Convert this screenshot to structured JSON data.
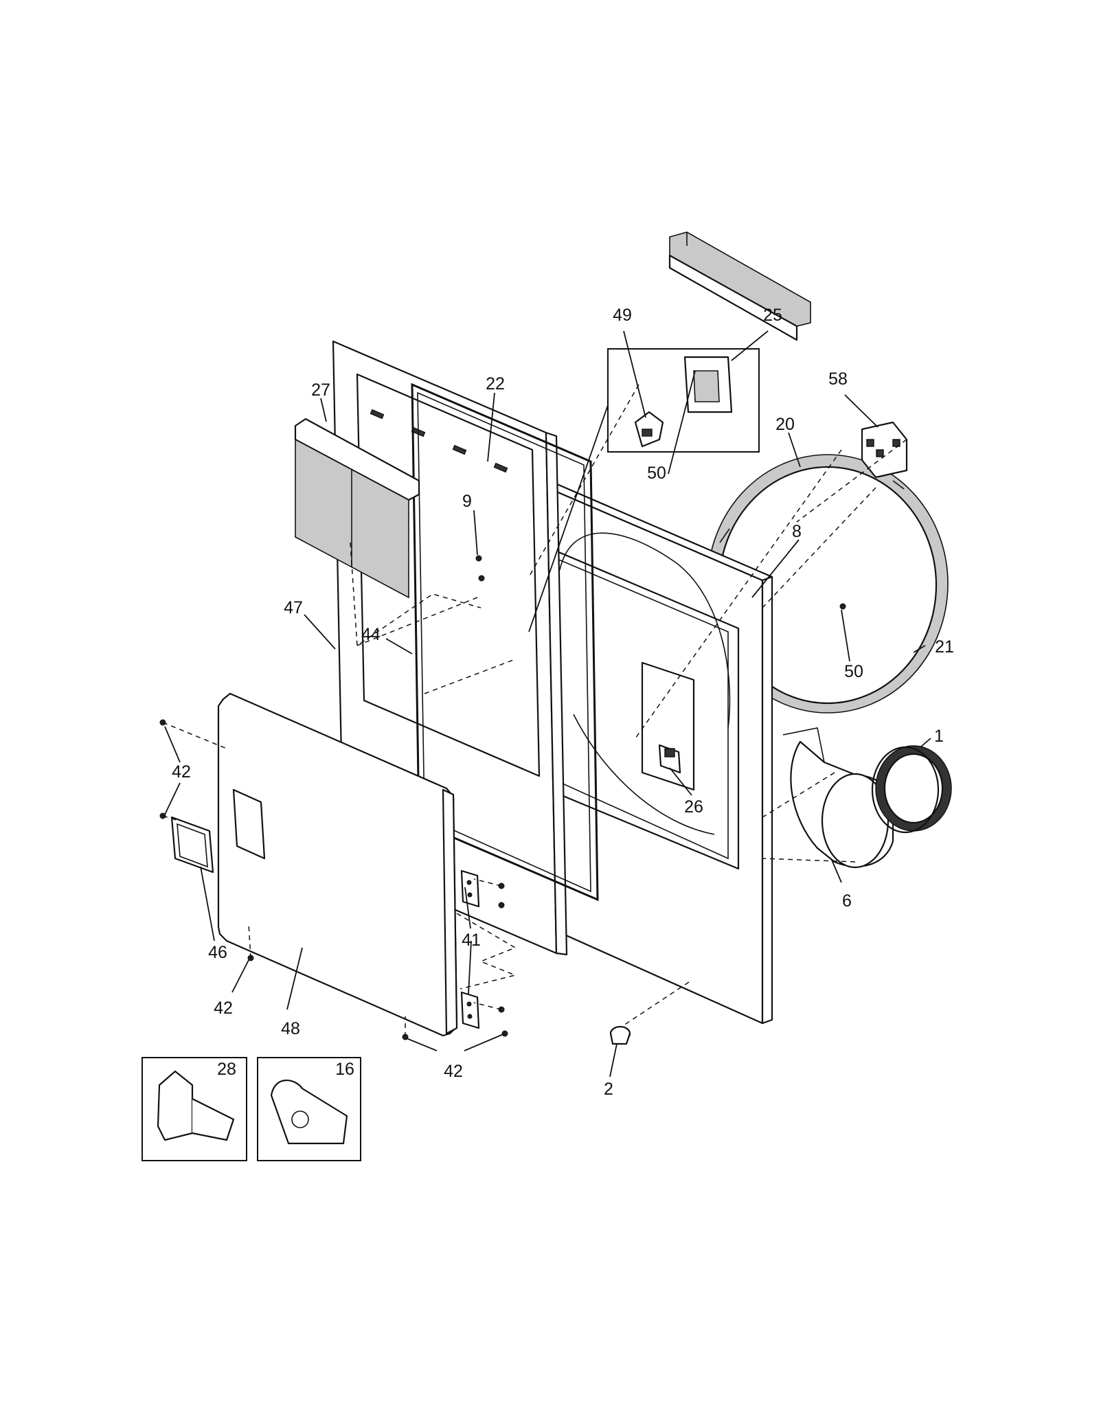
{
  "callouts": [
    {
      "id": "c49",
      "text": "49"
    },
    {
      "id": "c25",
      "text": "25"
    },
    {
      "id": "c27",
      "text": "27"
    },
    {
      "id": "c22",
      "text": "22"
    },
    {
      "id": "c58",
      "text": "58"
    },
    {
      "id": "c20",
      "text": "20"
    },
    {
      "id": "c9",
      "text": "9"
    },
    {
      "id": "c50a",
      "text": "50"
    },
    {
      "id": "c8",
      "text": "8"
    },
    {
      "id": "c47",
      "text": "47"
    },
    {
      "id": "c44",
      "text": "44"
    },
    {
      "id": "c50b",
      "text": "50"
    },
    {
      "id": "c21",
      "text": "21"
    },
    {
      "id": "c1",
      "text": "1"
    },
    {
      "id": "c42a",
      "text": "42"
    },
    {
      "id": "c26",
      "text": "26"
    },
    {
      "id": "c6",
      "text": "6"
    },
    {
      "id": "c41",
      "text": "41"
    },
    {
      "id": "c46",
      "text": "46"
    },
    {
      "id": "c42b",
      "text": "42"
    },
    {
      "id": "c48",
      "text": "48"
    },
    {
      "id": "c42c",
      "text": "42"
    },
    {
      "id": "c2",
      "text": "2"
    },
    {
      "id": "c28",
      "text": "28"
    },
    {
      "id": "c16",
      "text": "16"
    }
  ]
}
